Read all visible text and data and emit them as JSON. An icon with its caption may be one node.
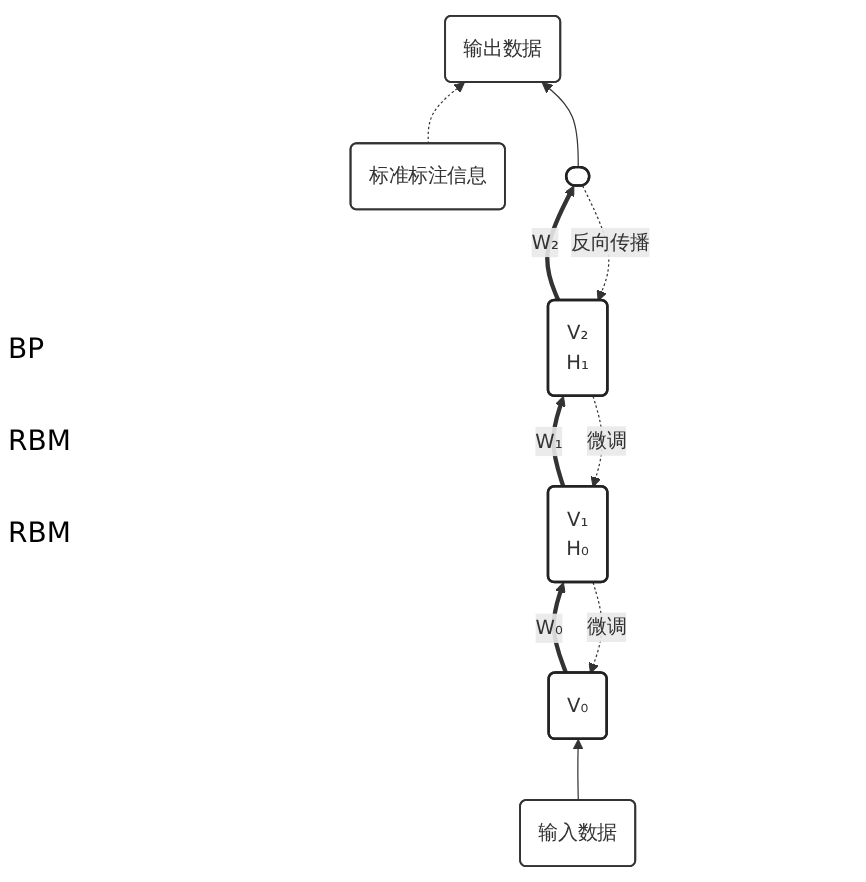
{
  "diagram": {
    "nodes": [
      {
        "text": [
          "输出数据"
        ]
      },
      {
        "text": [
          "标准标注信息"
        ]
      },
      {
        "text": [],
        "shape": "bar"
      },
      {
        "text": [
          "V₂",
          "H₁"
        ]
      },
      {
        "text": [
          "V₁",
          "H₀"
        ]
      },
      {
        "text": [
          "V₀"
        ]
      },
      {
        "text": [
          "输入数据"
        ]
      }
    ],
    "edges": [
      {
        "from": 1,
        "to": 0,
        "arrow": "to",
        "style": "dashed"
      },
      {
        "from": 2,
        "to": 0,
        "arrow": "to"
      },
      {
        "from": 3,
        "to": 2,
        "arrow": "to",
        "label": "W₂",
        "style": "thick"
      },
      {
        "from": 2,
        "to": 3,
        "arrow": "to",
        "label": "反向传播",
        "style": "dashed"
      },
      {
        "from": 4,
        "to": 3,
        "arrow": "to",
        "label": "W₁",
        "style": "thick"
      },
      {
        "from": 3,
        "to": 4,
        "arrow": "to",
        "label": "微调",
        "style": "dashed"
      },
      {
        "from": 5,
        "to": 4,
        "arrow": "to",
        "label": "W₀",
        "style": "thick"
      },
      {
        "from": 4,
        "to": 5,
        "arrow": "to",
        "label": "微调",
        "style": "dashed"
      },
      {
        "from": 6,
        "to": 5,
        "arrow": "to"
      }
    ],
    "labels": [
      "BP",
      "RBM",
      "RBM"
    ]
  }
}
